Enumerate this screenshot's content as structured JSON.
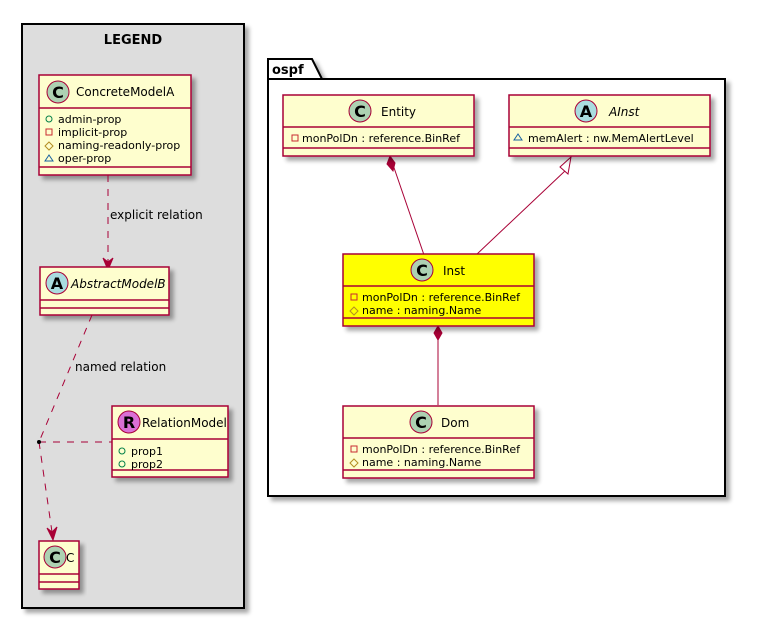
{
  "legend": {
    "title": "LEGEND",
    "concrete": {
      "name": "ConcreteModelA",
      "spot": "C",
      "members": [
        {
          "vis": "+",
          "text": "admin-prop"
        },
        {
          "vis": "-",
          "text": "implicit-prop"
        },
        {
          "vis": "#",
          "text": "naming-readonly-prop"
        },
        {
          "vis": "~",
          "text": "oper-prop"
        }
      ]
    },
    "abstract": {
      "name": "AbstractModelB",
      "spot": "A"
    },
    "relation_model": {
      "name": "RelationModel",
      "spot": "R",
      "members": [
        {
          "vis": "+",
          "text": "prop1"
        },
        {
          "vis": "+",
          "text": "prop2"
        }
      ]
    },
    "c": {
      "name": "C",
      "spot": "C"
    },
    "explicit_label": "explicit relation",
    "named_label": "named relation"
  },
  "package": {
    "name": "ospf",
    "entity": {
      "name": "Entity",
      "spot": "C",
      "members": [
        {
          "vis": "-",
          "text": "monPolDn : reference.BinRef"
        }
      ]
    },
    "ainst": {
      "name": "AInst",
      "spot": "A",
      "members": [
        {
          "vis": "~",
          "text": "memAlert : nw.MemAlertLevel"
        }
      ]
    },
    "inst": {
      "name": "Inst",
      "spot": "C",
      "highlight": "#FFFF00",
      "members": [
        {
          "vis": "-",
          "text": "monPolDn : reference.BinRef"
        },
        {
          "vis": "#",
          "text": "name : naming.Name"
        }
      ]
    },
    "dom": {
      "name": "Dom",
      "spot": "C",
      "members": [
        {
          "vis": "-",
          "text": "monPolDn : reference.BinRef"
        },
        {
          "vis": "#",
          "text": "name : naming.Name"
        }
      ]
    }
  },
  "colors": {
    "class_fill": "#FEFECE",
    "border": "#A80036",
    "class_spot": "#ADD1B2",
    "abstract_spot": "#A9DCDF",
    "relation_spot": "#DA70D6",
    "legend_bg": "#DDDDDD"
  }
}
